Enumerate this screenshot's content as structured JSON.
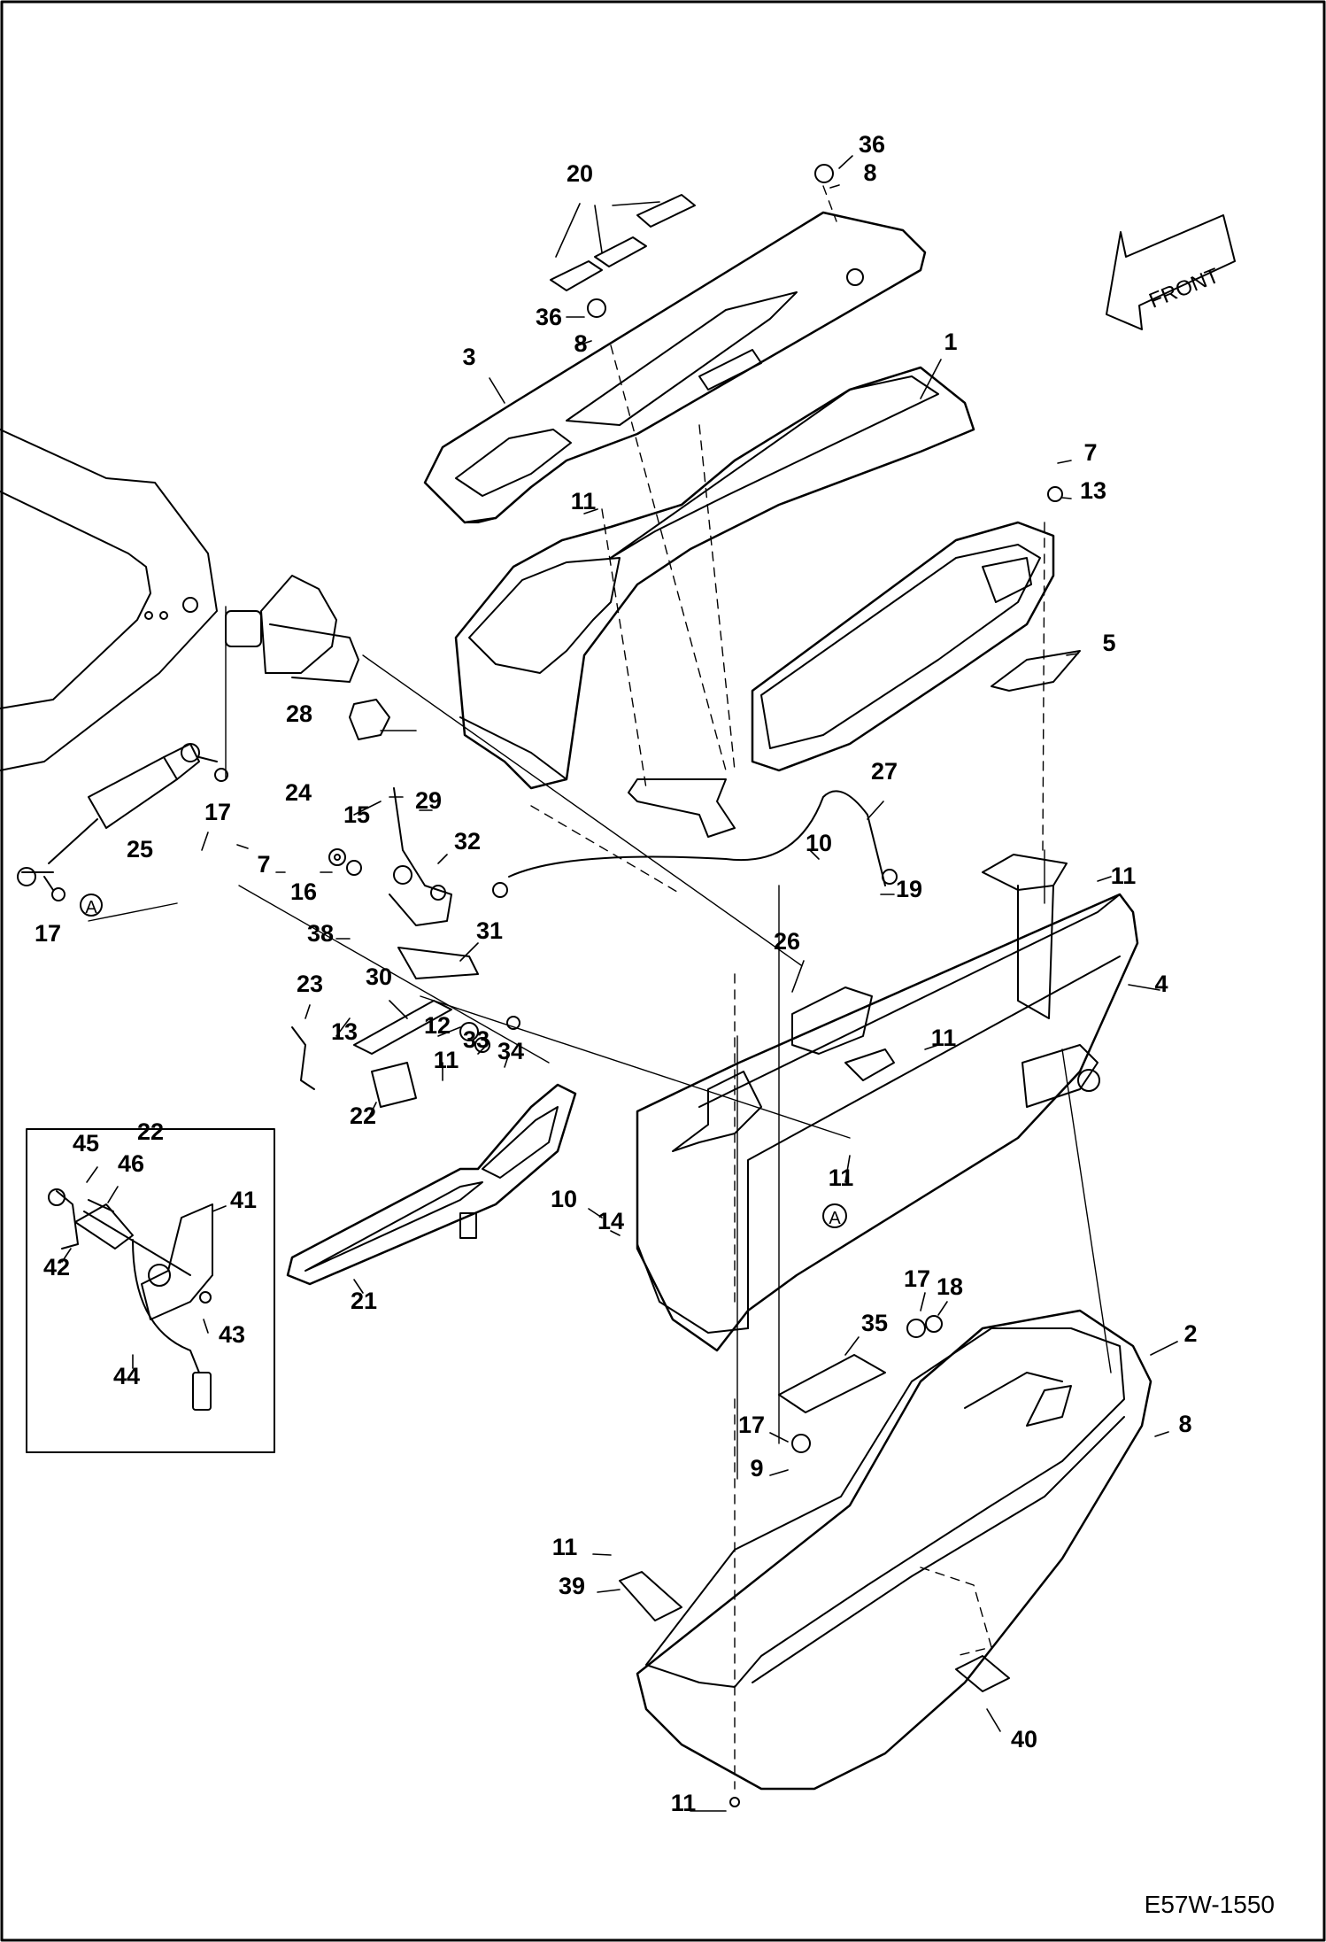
{
  "diagram": {
    "drawing_code": "E57W-1550",
    "front_arrow_text": "FRONT",
    "inset_title": "22",
    "reference_marker": "A",
    "callouts": [
      "36",
      "8",
      "20",
      "36",
      "8",
      "3",
      "1",
      "7",
      "13",
      "11",
      "5",
      "28",
      "24",
      "15",
      "29",
      "17",
      "25",
      "7",
      "16",
      "32",
      "17",
      "38",
      "31",
      "23",
      "13",
      "30",
      "12",
      "33",
      "34",
      "11",
      "22",
      "21",
      "27",
      "10",
      "19",
      "11",
      "26",
      "11",
      "4",
      "11",
      "10",
      "14",
      "17",
      "18",
      "35",
      "2",
      "8",
      "17",
      "9",
      "11",
      "39",
      "40",
      "11",
      "45",
      "46",
      "41",
      "42",
      "43",
      "44"
    ]
  },
  "colors": {
    "line": "#000000",
    "background": "#ffffff"
  }
}
